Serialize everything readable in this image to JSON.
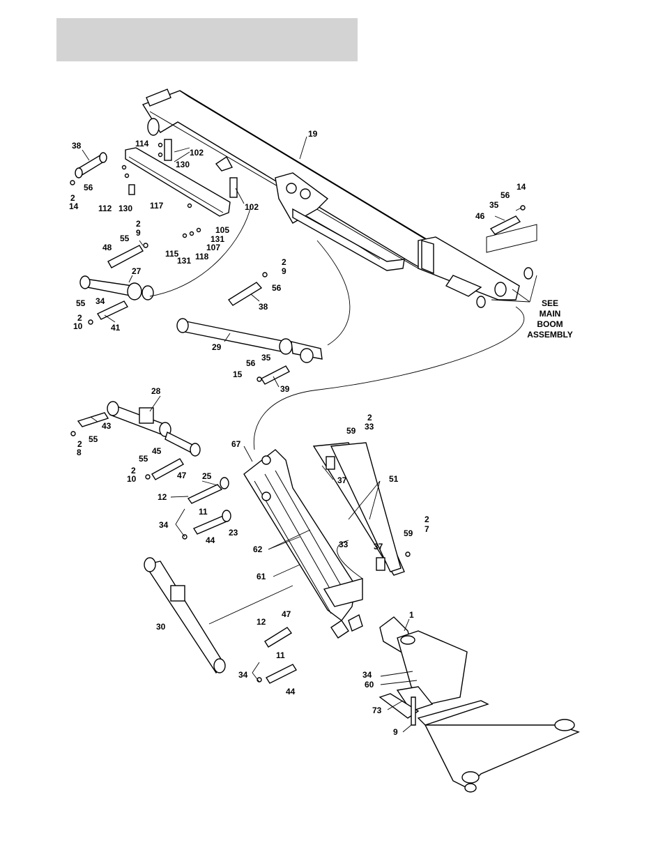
{
  "header": {
    "title_bar_color": "#d3d3d3"
  },
  "note": [
    "SEE",
    "MAIN",
    "BOOM",
    "ASSEMBLY"
  ],
  "callouts": {
    "c19": "19",
    "c38a": "38",
    "c56a": "56",
    "c2a": "2",
    "c14a": "14",
    "c114": "114",
    "c102a": "102",
    "c130a": "130",
    "c112": "112",
    "c130b": "130",
    "c117": "117",
    "c102b": "102",
    "c2b": "2",
    "c9a": "9",
    "c55a": "55",
    "c48": "48",
    "c105": "105",
    "c131a": "131",
    "c107": "107",
    "c115": "115",
    "c131b": "131",
    "c118": "118",
    "c27": "27",
    "c55b": "55",
    "c34a": "34",
    "c2c": "2",
    "c10a": "10",
    "c41": "41",
    "c2d": "2",
    "c9b": "9",
    "c56b": "56",
    "c38b": "38",
    "c29": "29",
    "c56c": "56",
    "c35a": "35",
    "c15": "15",
    "c39": "39",
    "c56d": "56",
    "c14b": "14",
    "c35b": "35",
    "c46": "46",
    "c28": "28",
    "c43": "43",
    "c55c": "55",
    "c2e": "2",
    "c8": "8",
    "c67": "67",
    "c2f": "2",
    "c33a": "33",
    "c59a": "59",
    "c55d": "55",
    "c45": "45",
    "c2g": "2",
    "c10b": "10",
    "c47a": "47",
    "c25": "25",
    "c37a": "37",
    "c51": "51",
    "c12a": "12",
    "c11a": "11",
    "c34b": "34",
    "c23": "23",
    "c44a": "44",
    "c2h": "2",
    "c7": "7",
    "c59b": "59",
    "c62": "62",
    "c33b": "33",
    "c37b": "37",
    "c61": "61",
    "c30": "30",
    "c1": "1",
    "c12b": "12",
    "c47b": "47",
    "c11b": "11",
    "c34c": "34",
    "c44b": "44",
    "c34d": "34",
    "c60": "60",
    "c73": "73",
    "c9c": "9"
  }
}
